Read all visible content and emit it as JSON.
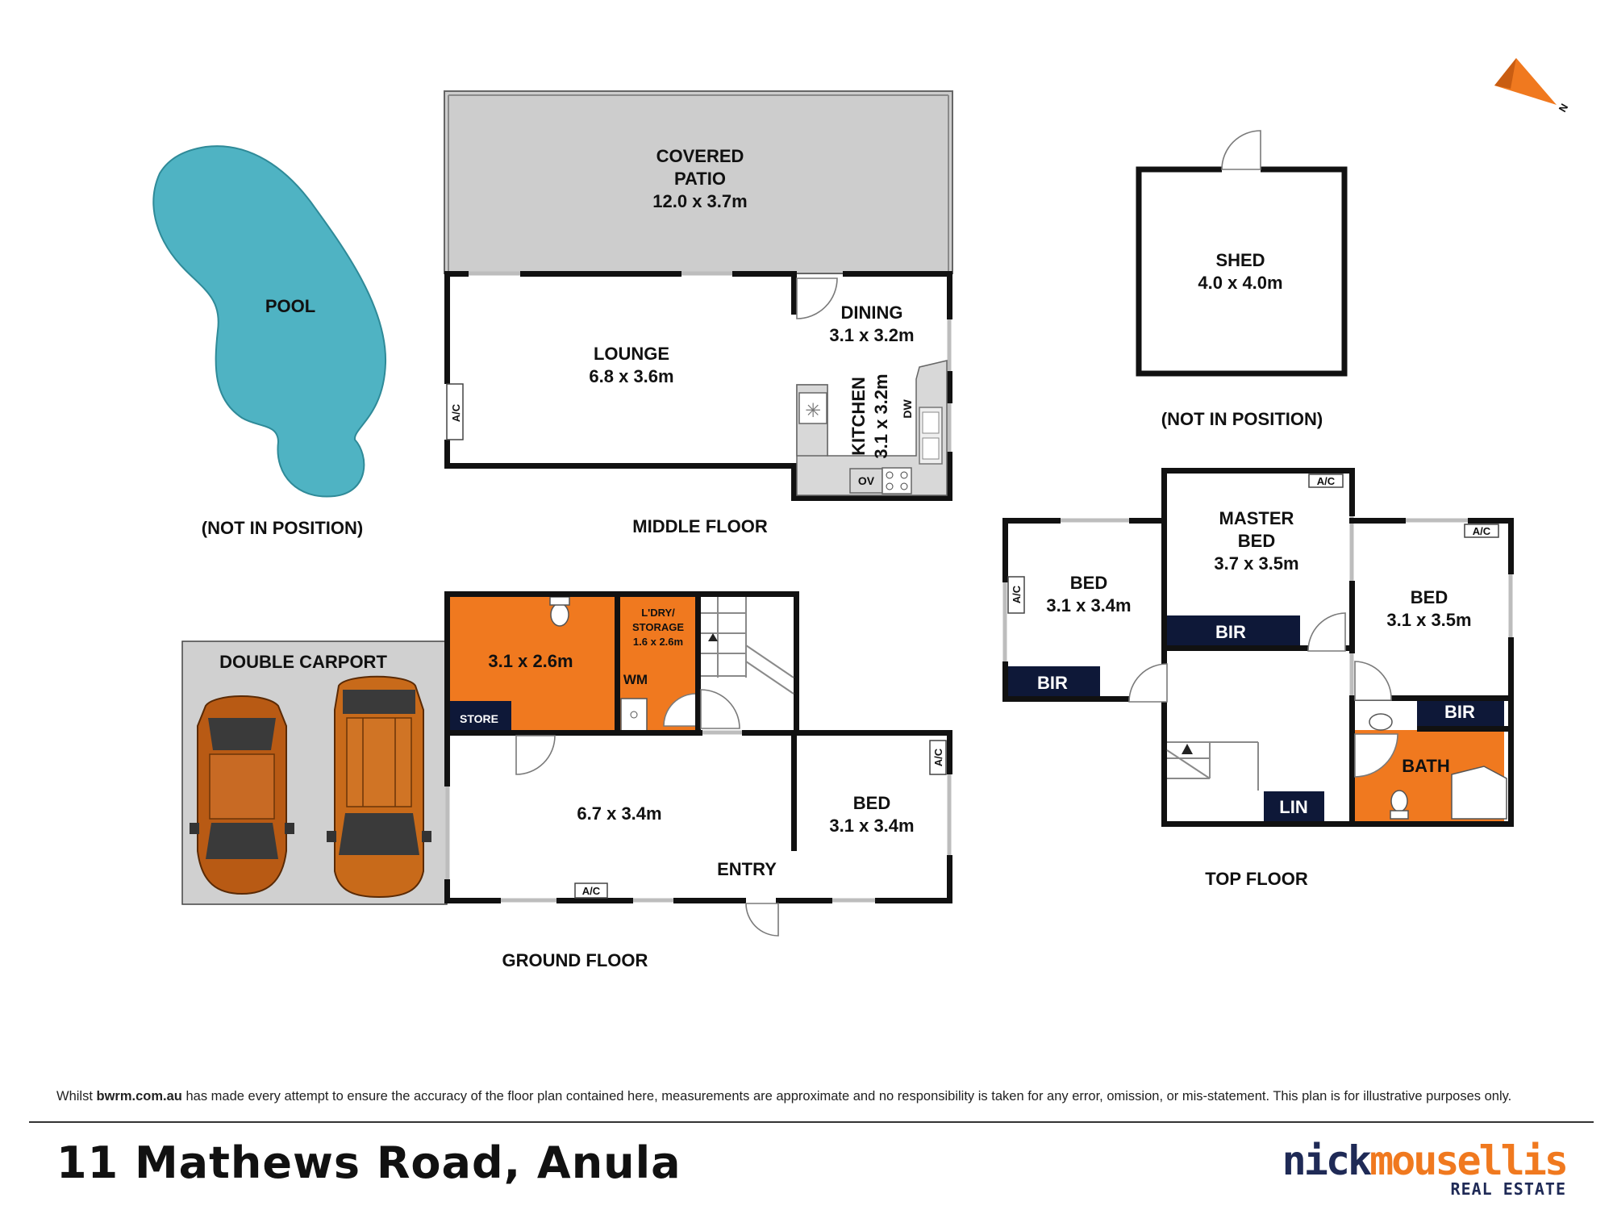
{
  "colors": {
    "orange": "#f0791f",
    "navy": "#0e1838",
    "pool": "#4fb3c3",
    "patio": "#cdcdcd",
    "carport": "#d0d0d0"
  },
  "compass": {
    "label": "N",
    "icon": "compass-arrow-icon"
  },
  "pool": {
    "label": "POOL",
    "note": "(NOT IN POSITION)"
  },
  "middle_floor": {
    "title": "MIDDLE FLOOR",
    "patio": {
      "name1": "COVERED",
      "name2": "PATIO",
      "size": "12.0 x 3.7m"
    },
    "lounge": {
      "name": "LOUNGE",
      "size": "6.8 x 3.6m"
    },
    "dining": {
      "name": "DINING",
      "size": "3.1 x 3.2m"
    },
    "kitchen": {
      "name": "KITCHEN",
      "size": "3.1 x 3.2m",
      "dw": "DW",
      "ov": "OV"
    },
    "ac": "A/C"
  },
  "shed": {
    "name": "SHED",
    "size": "4.0 x 4.0m",
    "note": "(NOT IN POSITION)"
  },
  "ground_floor": {
    "title": "GROUND FLOOR",
    "carport": "DOUBLE CARPORT",
    "room": {
      "size": "3.1 x 2.6m"
    },
    "store": "STORE",
    "laundry": {
      "name1": "L'DRY/",
      "name2": "STORAGE",
      "size": "1.6 x 2.6m",
      "wm": "WM"
    },
    "main": {
      "size": "6.7 x 3.4m"
    },
    "entry": "ENTRY",
    "bed": {
      "name": "BED",
      "size": "3.1 x 3.4m"
    },
    "ac": "A/C"
  },
  "top_floor": {
    "title": "TOP FLOOR",
    "bed1": {
      "name": "BED",
      "size": "3.1 x 3.4m"
    },
    "master": {
      "name1": "MASTER",
      "name2": "BED",
      "size": "3.7 x 3.5m"
    },
    "bed3": {
      "name": "BED",
      "size": "3.1 x 3.5m"
    },
    "bir": "BIR",
    "bath": "BATH",
    "lin": "LIN",
    "ac": "A/C"
  },
  "footer": {
    "disclaimer_pre": "Whilst",
    "disclaimer_site": "bwrm.com.au",
    "disclaimer_post": "has made every attempt to ensure the accuracy of the floor plan contained here, measurements are approximate and no responsibility is taken for any error, omission, or mis-statement. This plan is for illustrative purposes only.",
    "address": "11 Mathews Road, Anula",
    "brand_a": "nick",
    "brand_b": "mousellis",
    "brand_sub": "REAL ESTATE"
  }
}
